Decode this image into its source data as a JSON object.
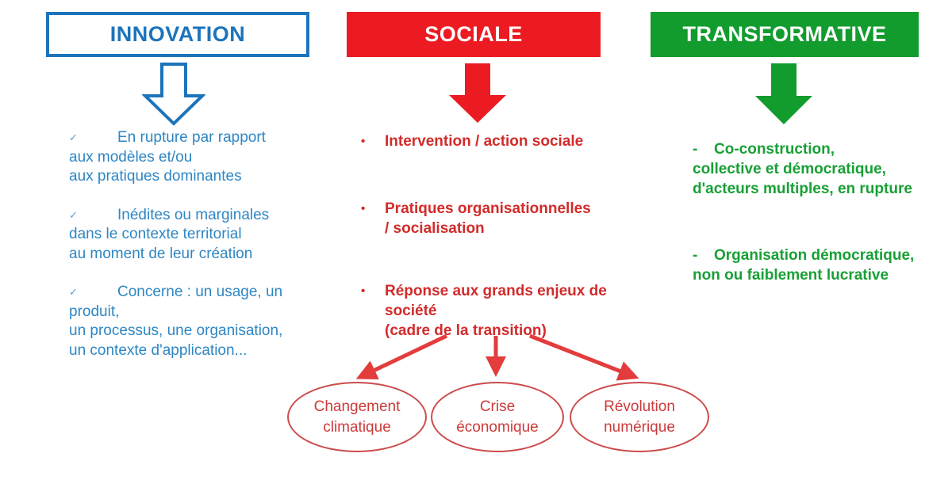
{
  "colors": {
    "innovation_blue": "#1c74bb",
    "innovation_text_blue": "#2e86c3",
    "sociale_red": "#ec1b22",
    "sociale_text_red": "#d22b2b",
    "connector_red": "#e23c3c",
    "ellipse_red": "#cc4b4b",
    "transformative_green": "#129c2e",
    "transformative_text_green": "#18a035"
  },
  "columns": {
    "innovation": {
      "title": "INNOVATION",
      "items": [
        {
          "marker": "✓",
          "lines": [
            "En rupture par rapport",
            "aux modèles et/ou",
            "aux pratiques dominantes"
          ]
        },
        {
          "marker": "✓",
          "lines": [
            "Inédites ou marginales",
            "dans le contexte territorial",
            "au moment de leur création"
          ]
        },
        {
          "marker": "✓",
          "lines": [
            "Concerne : un usage, un produit,",
            "un processus, une organisation,",
            "un contexte d'application..."
          ]
        }
      ]
    },
    "sociale": {
      "title": "SOCIALE",
      "items": [
        {
          "marker": "•",
          "lines": [
            "Intervention / action sociale"
          ]
        },
        {
          "marker": "•",
          "lines": [
            "Pratiques organisationnelles",
            "/ socialisation"
          ]
        },
        {
          "marker": "•",
          "lines": [
            "Réponse aux grands enjeux de société",
            "(cadre de la transition)"
          ]
        }
      ]
    },
    "transformative": {
      "title": "TRANSFORMATIVE",
      "items": [
        {
          "marker": "-",
          "lines": [
            "Co-construction,",
            "collective et démocratique,",
            "d'acteurs multiples, en rupture"
          ]
        },
        {
          "marker": "-",
          "lines": [
            "Organisation démocratique,",
            "non ou faiblement lucrative"
          ]
        }
      ]
    }
  },
  "ellipses": [
    {
      "lines": [
        "Changement",
        "climatique"
      ]
    },
    {
      "lines": [
        "Crise",
        "économique"
      ]
    },
    {
      "lines": [
        "Révolution",
        "numérique"
      ]
    }
  ]
}
